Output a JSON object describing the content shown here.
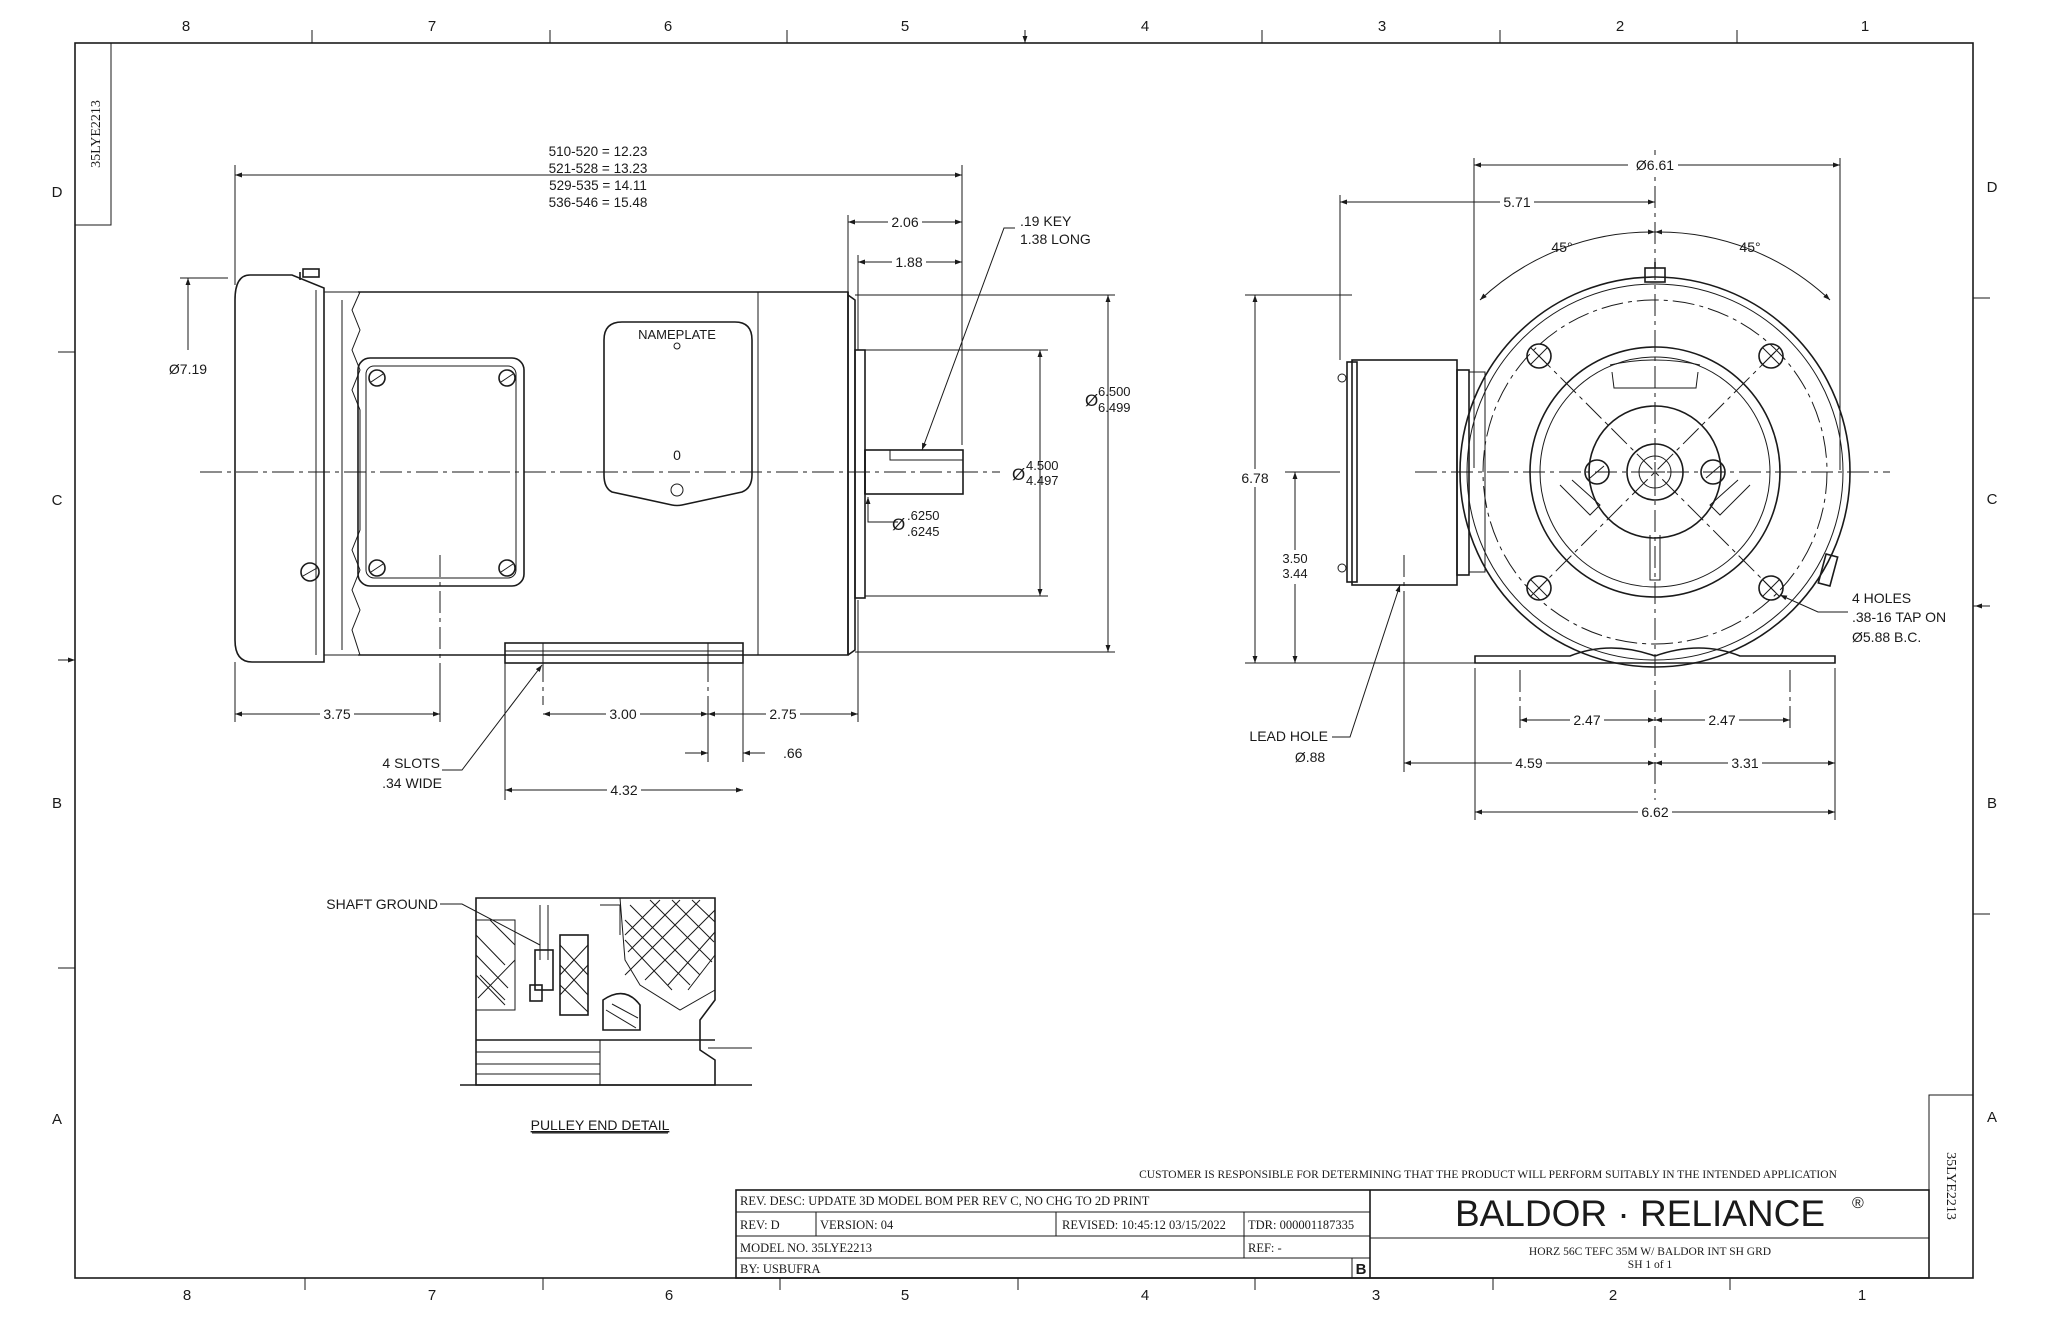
{
  "border": {
    "cols_top": [
      "8",
      "7",
      "6",
      "5",
      "4",
      "3",
      "2",
      "1"
    ],
    "cols_bottom": [
      "8",
      "7",
      "6",
      "5",
      "4",
      "3",
      "2",
      "1"
    ],
    "rows_left": [
      "D",
      "C",
      "B",
      "A"
    ],
    "rows_right": [
      "D",
      "C",
      "B",
      "A"
    ],
    "id_top_left": "35LYE2213",
    "id_bottom_right": "35LYE2213"
  },
  "side_view": {
    "length_table": [
      "510-520 = 12.23",
      "521-528 = 13.23",
      "529-535 = 14.11",
      "536-546 = 15.48"
    ],
    "dia_719": "Ø7.19",
    "dim_206": "2.06",
    "dim_188": "1.88",
    "key_line1": ".19 KEY",
    "key_line2": "1.38 LONG",
    "nameplate": "NAMEPLATE",
    "nameplate_mark": "0",
    "pilot_a": "6.500",
    "pilot_b": "6.499",
    "shaft_a": "4.500",
    "shaft_b": "4.497",
    "bore_a": ".6250",
    "bore_b": ".6245",
    "phi": "Ø",
    "dim_375": "3.75",
    "dim_300": "3.00",
    "dim_275": "2.75",
    "dim_066": ".66",
    "dim_432": "4.32",
    "slots_line1": "4 SLOTS",
    "slots_line2": ".34 WIDE"
  },
  "end_view": {
    "dia_661": "Ø6.61",
    "dim_571": "5.71",
    "ang_left": "45°",
    "ang_right": "45°",
    "dim_678": "6.78",
    "dim_350": "3.50",
    "dim_344": "3.44",
    "holes_line1": "4 HOLES",
    "holes_line2": ".38-16 TAP ON",
    "holes_line3": "Ø5.88 B.C.",
    "lead_line1": "LEAD HOLE",
    "lead_line2": "Ø.88",
    "dim_247a": "2.47",
    "dim_247b": "2.47",
    "dim_459": "4.59",
    "dim_331": "3.31",
    "dim_662": "6.62"
  },
  "detail": {
    "shaft_ground": "SHAFT GROUND",
    "caption": "PULLEY END DETAIL"
  },
  "title_block": {
    "disclaimer": "CUSTOMER IS RESPONSIBLE FOR DETERMINING THAT THE PRODUCT WILL PERFORM SUITABLY IN THE INTENDED APPLICATION",
    "rev_desc": "REV. DESC: UPDATE 3D MODEL BOM PER REV C, NO CHG TO 2D PRINT",
    "rev": "REV:  D",
    "version": "VERSION:  04",
    "revised": "REVISED:  10:45:12 03/15/2022",
    "tdr": "TDR: 000001187335",
    "model_no": "MODEL NO.  35LYE2213",
    "ref": "REF:  -",
    "by": "BY: USBUFRA",
    "size": "B",
    "brand": "BALDOR · RELIANCE",
    "brand_mark": "®",
    "desc": "HORZ 56C TEFC 35M W/ BALDOR INT SH GRD",
    "sheet": "SH 1 of 1"
  }
}
